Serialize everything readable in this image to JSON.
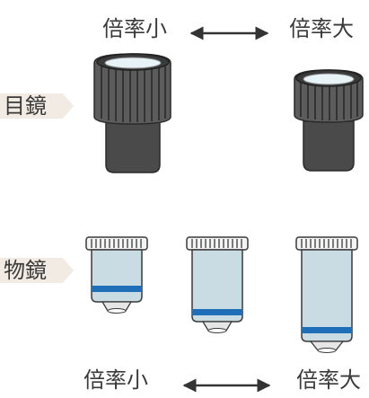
{
  "eyepiece": {
    "label": "目鏡",
    "scale_low": "倍率小",
    "scale_high": "倍率大"
  },
  "objective": {
    "label": "物鏡",
    "scale_low": "倍率小",
    "scale_high": "倍率大"
  },
  "colors": {
    "eyepiece_body": "#4a4a4a",
    "eyepiece_cap": "#5a5a5a",
    "objective_body": "#c9dce3",
    "objective_band": "#1f6fb8",
    "tag_background": "#f1ebe3",
    "arrow": "#333333"
  }
}
